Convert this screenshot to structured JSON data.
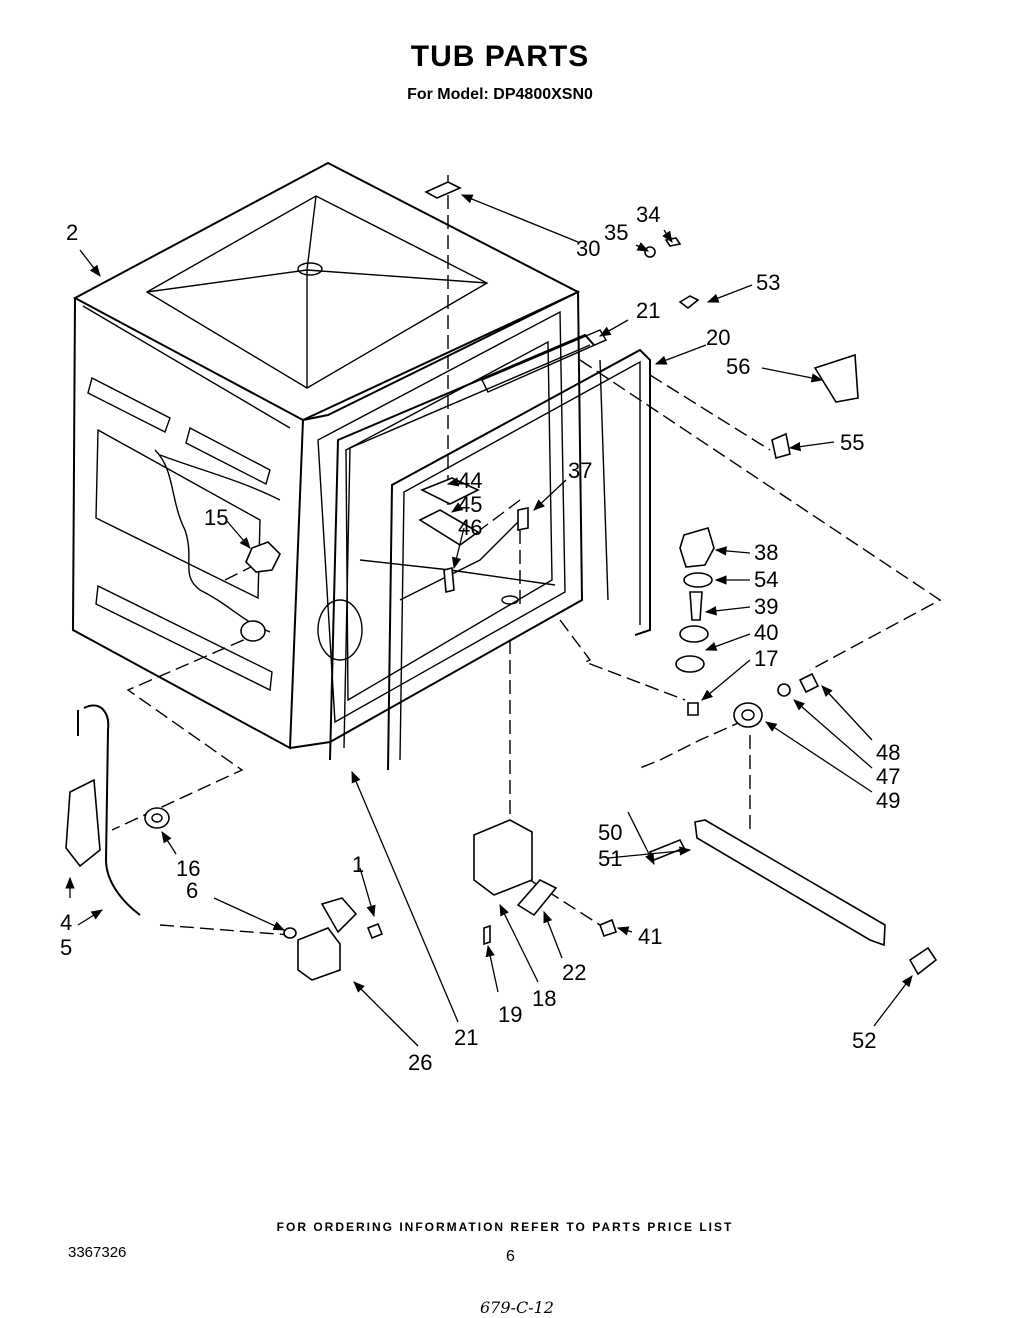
{
  "header": {
    "title": "TUB PARTS",
    "subtitle": "For Model: DP4800XSN0"
  },
  "footer": {
    "note": "FOR ORDERING INFORMATION REFER TO PARTS PRICE LIST",
    "doc_number": "3367326",
    "page_number": "6",
    "handwritten_code": "679-C-12"
  },
  "callouts": [
    {
      "id": "c2",
      "label": "2"
    },
    {
      "id": "c30",
      "label": "30"
    },
    {
      "id": "c35",
      "label": "35"
    },
    {
      "id": "c34",
      "label": "34"
    },
    {
      "id": "c53",
      "label": "53"
    },
    {
      "id": "c21a",
      "label": "21"
    },
    {
      "id": "c20",
      "label": "20"
    },
    {
      "id": "c56",
      "label": "56"
    },
    {
      "id": "c55",
      "label": "55"
    },
    {
      "id": "c37",
      "label": "37"
    },
    {
      "id": "c44",
      "label": "44"
    },
    {
      "id": "c45",
      "label": "45"
    },
    {
      "id": "c46",
      "label": "46"
    },
    {
      "id": "c15",
      "label": "15"
    },
    {
      "id": "c38",
      "label": "38"
    },
    {
      "id": "c54",
      "label": "54"
    },
    {
      "id": "c39",
      "label": "39"
    },
    {
      "id": "c40",
      "label": "40"
    },
    {
      "id": "c17",
      "label": "17"
    },
    {
      "id": "c48",
      "label": "48"
    },
    {
      "id": "c47",
      "label": "47"
    },
    {
      "id": "c49",
      "label": "49"
    },
    {
      "id": "c50",
      "label": "50"
    },
    {
      "id": "c51",
      "label": "51"
    },
    {
      "id": "c16",
      "label": "16"
    },
    {
      "id": "c1",
      "label": "1"
    },
    {
      "id": "c6",
      "label": "6"
    },
    {
      "id": "c4",
      "label": "4"
    },
    {
      "id": "c5",
      "label": "5"
    },
    {
      "id": "c41",
      "label": "41"
    },
    {
      "id": "c22",
      "label": "22"
    },
    {
      "id": "c18",
      "label": "18"
    },
    {
      "id": "c19",
      "label": "19"
    },
    {
      "id": "c21b",
      "label": "21"
    },
    {
      "id": "c26",
      "label": "26"
    },
    {
      "id": "c52",
      "label": "52"
    }
  ]
}
